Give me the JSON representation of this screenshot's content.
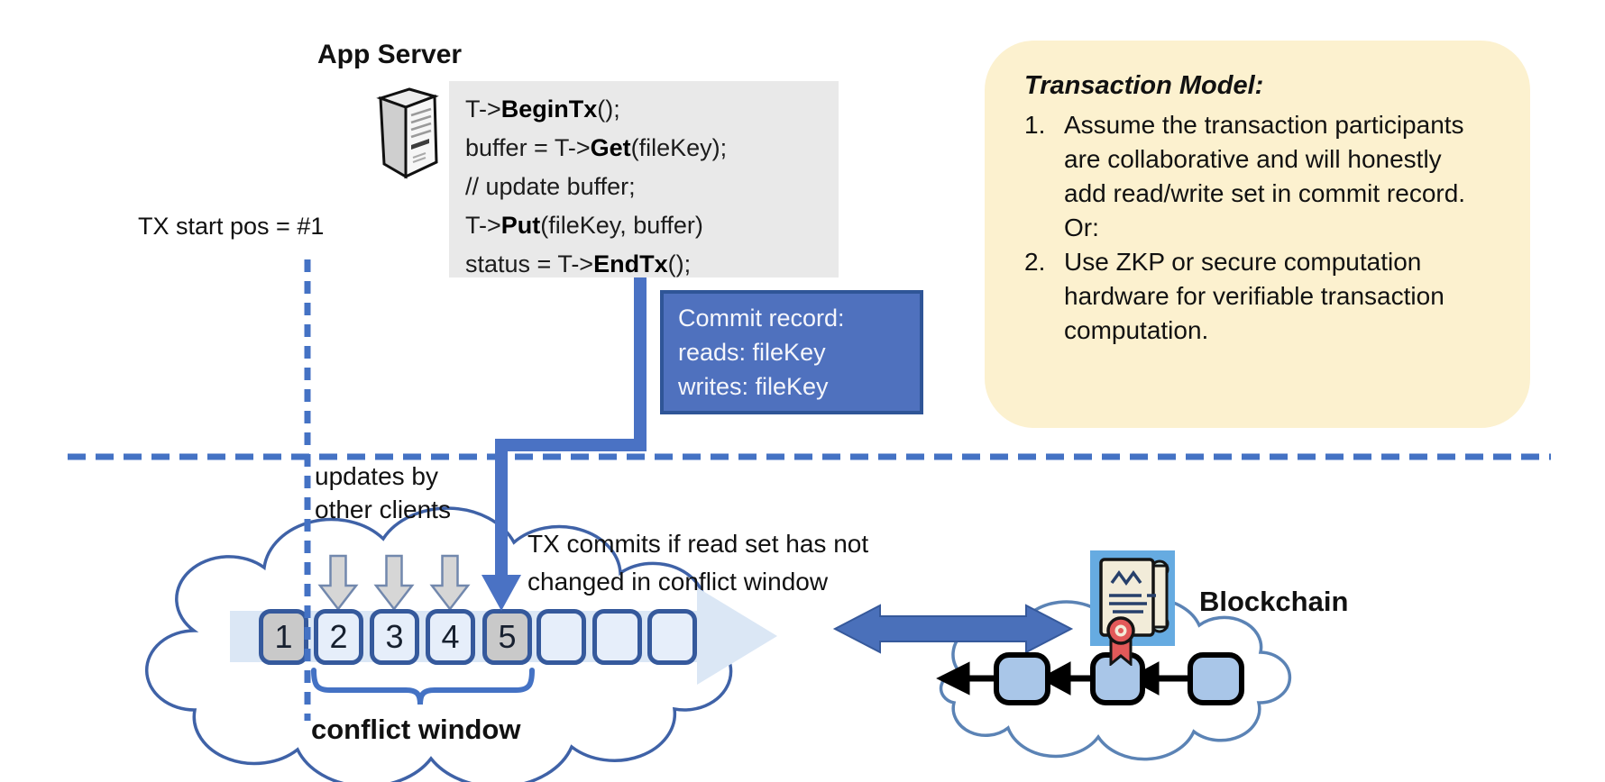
{
  "app_server": {
    "title": "App Server"
  },
  "code_block": {
    "lines": [
      {
        "pre": "T->",
        "bold": "BeginTx",
        "post": "();"
      },
      {
        "pre": "buffer = T->",
        "bold": "Get",
        "post": "(fileKey);"
      },
      {
        "pre": "// update buffer;"
      },
      {
        "pre": "T->",
        "bold": "Put",
        "post": "(fileKey, buffer)"
      },
      {
        "pre": "status = T->",
        "bold": "EndTx",
        "post": "();"
      }
    ]
  },
  "labels": {
    "tx_start": "TX start pos = #1"
  },
  "commit_record": {
    "lines": [
      "Commit record:",
      "reads: fileKey",
      "writes: fileKey"
    ]
  },
  "transaction_model": {
    "title": "Transaction Model:",
    "items": [
      {
        "num": "1.",
        "text": "Assume the transaction participants are collaborative and will honestly add read/write set in commit record.  Or:"
      },
      {
        "num": "2.",
        "text": "Use ZKP or secure computation hardware for verifiable transaction computation."
      }
    ]
  },
  "timeline": {
    "updates_label": "updates by other clients",
    "commit_note": "TX commits if read set has not changed in conflict window",
    "conflict_window_label": "conflict window",
    "boxes": [
      {
        "label": "1",
        "highlighted": true
      },
      {
        "label": "2",
        "highlighted": false
      },
      {
        "label": "3",
        "highlighted": false
      },
      {
        "label": "4",
        "highlighted": false
      },
      {
        "label": "5",
        "highlighted": true
      },
      {
        "label": "",
        "highlighted": false
      },
      {
        "label": "",
        "highlighted": false
      },
      {
        "label": "",
        "highlighted": false
      }
    ]
  },
  "blockchain": {
    "label": "Blockchain"
  },
  "colors": {
    "accent_blue": "#4472C4",
    "dark_blue": "#2F5597",
    "commit_fill": "#4F71BE",
    "panel_yellow": "#FCF1CF",
    "gray_box": "#C9C9C9",
    "light_box": "#E6EEFA",
    "band_blue": "#DBE7F5",
    "chain_block_blue": "#A9C6E8",
    "icon_bg_blue": "#66ABE1",
    "seal_red": "#E25959"
  }
}
